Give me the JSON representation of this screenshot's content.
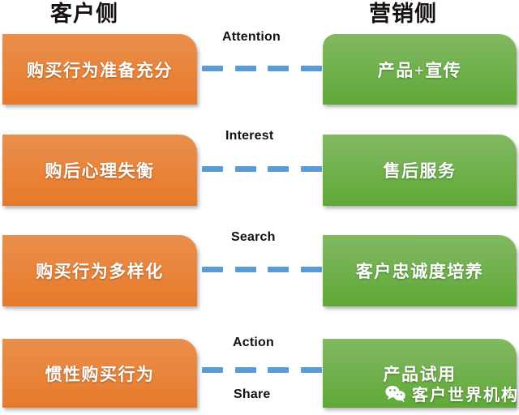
{
  "headings": {
    "left": "客户侧",
    "right": "营销侧"
  },
  "rows": [
    {
      "customer": "购买行为准备充分",
      "marketing": "产品+宣传",
      "labels": [
        "Attention"
      ]
    },
    {
      "customer": "购后心理失衡",
      "marketing": "售后服务",
      "labels": [
        "Interest"
      ]
    },
    {
      "customer": "购买行为多样化",
      "marketing": "客户忠诚度培养",
      "labels": [
        "Search"
      ]
    },
    {
      "customer": "惯性购买行为",
      "marketing": "产品试用",
      "labels": [
        "Action",
        "Share"
      ]
    }
  ],
  "watermark": {
    "text": "客户世界机构",
    "icon": "wechat-icon"
  },
  "colors": {
    "customer_box": "#e8792a",
    "marketing_box": "#5fa836",
    "connector": "#5b9bd5",
    "heading_text": "#17120f",
    "box_text": "#ffffff"
  }
}
